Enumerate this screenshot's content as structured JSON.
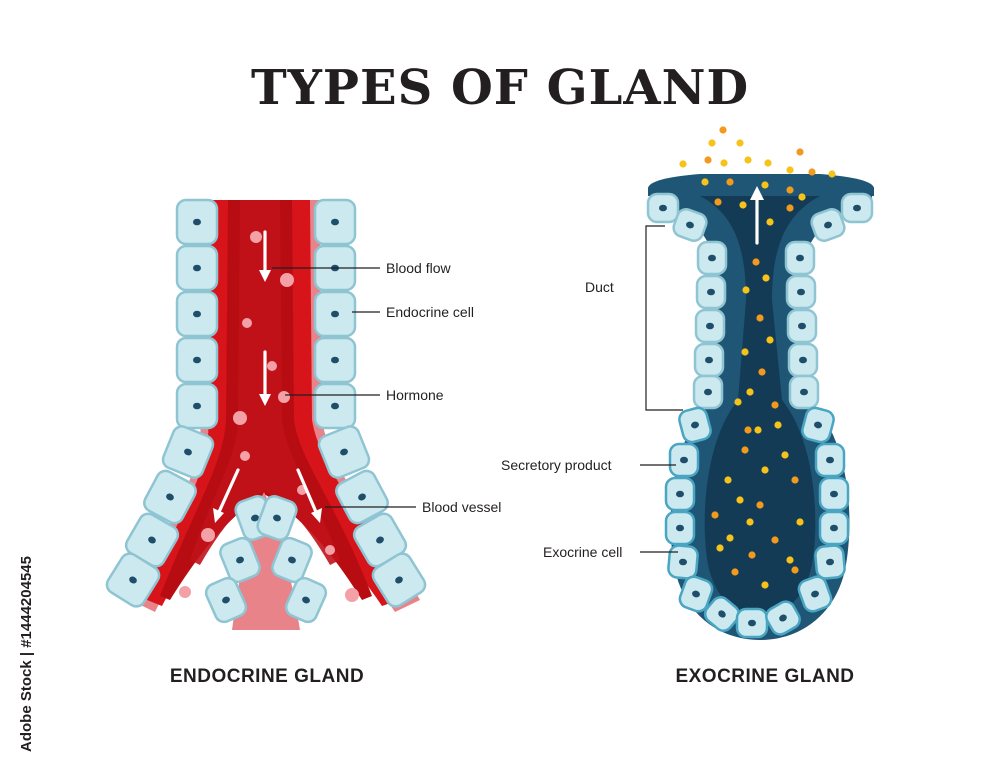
{
  "title": "TYPES OF GLAND",
  "endocrine": {
    "title": "ENDOCRINE GLAND",
    "labels": {
      "blood_flow": "Blood flow",
      "endocrine_cell": "Endocrine cell",
      "hormone": "Hormone",
      "blood_vessel": "Blood vessel"
    }
  },
  "exocrine": {
    "title": "EXOCRINE GLAND",
    "labels": {
      "duct": "Duct",
      "secretory_product": "Secretory product",
      "exocrine_cell": "Exocrine cell"
    }
  },
  "watermark": {
    "stock_id": "Adobe Stock | #1444204545"
  },
  "colors": {
    "cell_light": "#cbe9ef",
    "cell_border": "#8fc4d2",
    "nucleus": "#1f4e6b",
    "blood_dark": "#b70d12",
    "blood_mid": "#d7141a",
    "vessel_outer": "#e9838a",
    "hormone": "#f3a1a6",
    "duct_dark": "#143b55",
    "duct_mid": "#1f5676",
    "cell_teal": "#4aa5c2",
    "secretion_yellow": "#f7c21a",
    "secretion_orange": "#f29a1d"
  }
}
